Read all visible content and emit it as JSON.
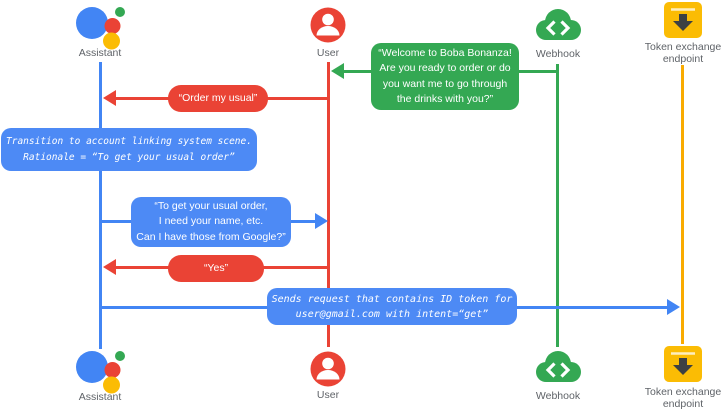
{
  "actors": [
    {
      "id": "assistant",
      "label": "Assistant"
    },
    {
      "id": "user",
      "label": "User"
    },
    {
      "id": "webhook",
      "label": "Webhook"
    },
    {
      "id": "token_endpoint",
      "label": "Token exchange\nendpoint"
    }
  ],
  "messages": {
    "welcome": "“Welcome to Boba Bonanza!\nAre you ready to order or do\nyou want me to go through\nthe drinks with you?”",
    "order_usual": "“Order my usual”",
    "transition_note": "Transition to account linking system scene.\nRationale = “To get your usual order”",
    "request_info": "“To get your usual order,\nI need your name, etc.\nCan I have those from Google?”",
    "yes": "“Yes”",
    "sends_request": "Sends request that contains ID token for\nuser@gmail.com with intent=“get”"
  },
  "colors": {
    "blue": "#4285f4",
    "blue_bubble": "#4d8af5",
    "red": "#ea4335",
    "green": "#34a853",
    "yellow": "#fbbc04",
    "yellow_line": "#f9ab00",
    "label_gray": "#5f6368"
  }
}
